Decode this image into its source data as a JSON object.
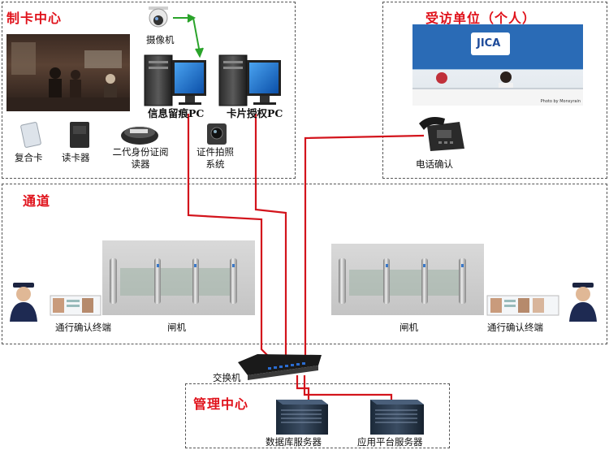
{
  "zones": {
    "card_center": "制卡中心",
    "visited_unit": "受访单位（个人）",
    "passage": "通道",
    "management": "管理中心"
  },
  "devices": {
    "camera": "摄像机",
    "info_pc": "信息留痕PC",
    "card_pc": "卡片授权PC",
    "composite_card": "复合卡",
    "card_reader": "读卡器",
    "id_reader": "二代身份证阅读器",
    "photo_system": "证件拍照系统",
    "phone": "电话确认",
    "gate": "闸机",
    "terminal": "通行确认终端",
    "switch": "交换机",
    "db_server": "数据库服务器",
    "app_server": "应用平台服务器"
  },
  "photo_text": {
    "logo": "JICA",
    "credit": "Photo by Monsyrain"
  },
  "colors": {
    "title": "#e0121b",
    "cable": "#d3141c",
    "link": "#2aa32a"
  }
}
